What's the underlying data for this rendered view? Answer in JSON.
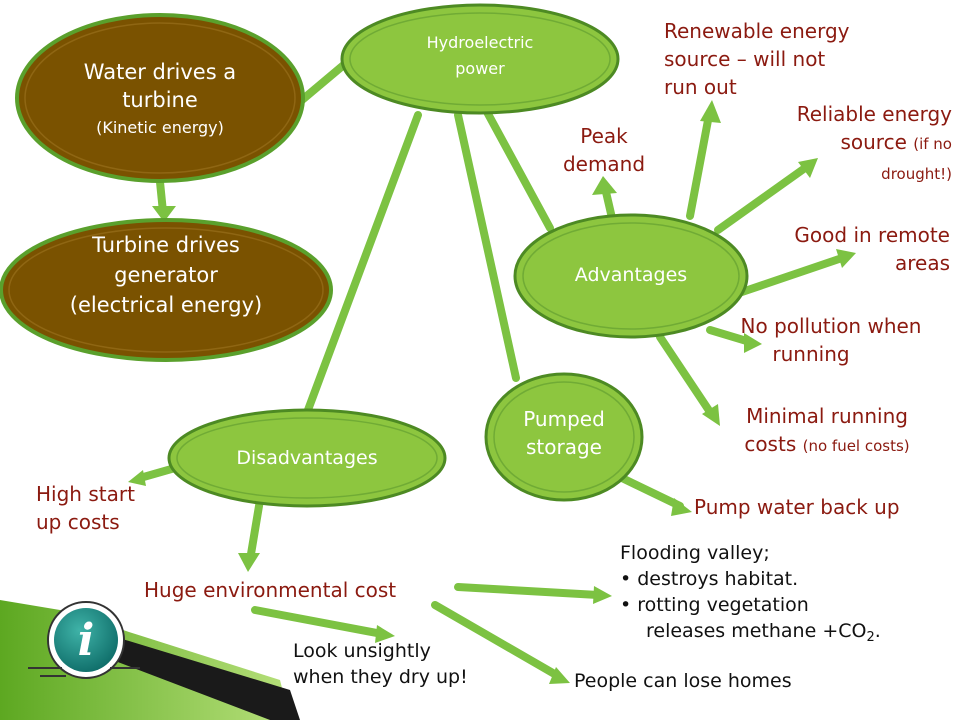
{
  "nodes": {
    "hydro": "Hydroelectric power",
    "hydro_l1": "Hydroelectric",
    "hydro_l2": "power",
    "water_l1": "Water drives a",
    "water_l2": "turbine",
    "water_l3": "(Kinetic energy)",
    "turbine_l1": "Turbine drives",
    "turbine_l2": "generator",
    "turbine_l3": "(electrical energy)",
    "advantages": "Advantages",
    "disadvantages": "Disadvantages",
    "pumped_l1": "Pumped",
    "pumped_l2": "storage"
  },
  "advantages": {
    "peak_l1": "Peak",
    "peak_l2": "demand",
    "renewable_l1": "Renewable energy",
    "renewable_l2": "source – will not",
    "renewable_l3": "run out",
    "reliable_l1": "Reliable energy",
    "reliable_l2": "source",
    "reliable_l2_note": "(if no",
    "reliable_l3": "drought!)",
    "remote_l1": "Good in remote",
    "remote_l2": "areas",
    "pollution_l1": "No pollution when",
    "pollution_l2": "running",
    "costs_l1": "Minimal running",
    "costs_l2": "costs",
    "costs_l2_note": "(no fuel costs)"
  },
  "pumped": {
    "pump_back": "Pump water back up"
  },
  "disadvantages": {
    "high_l1": "High start",
    "high_l2": "up costs",
    "env_cost": "Huge environmental cost",
    "unsightly_l1": "Look unsightly",
    "unsightly_l2": "when they dry up!",
    "homes": "People can lose homes",
    "flood_title": "Flooding valley;",
    "flood_b1": "destroys habitat.",
    "flood_b2": "rotting vegetation",
    "flood_b3_pre": "releases methane +CO",
    "flood_b3_sub": "2",
    "flood_b3_post": "."
  },
  "icons": {
    "badge": "info-badge-icon",
    "badge_letter": "i"
  },
  "colors": {
    "green_node": "#8dc63f",
    "green_line": "#7cc242",
    "brown_node": "#7a5200",
    "text_red": "#8b1a10"
  }
}
